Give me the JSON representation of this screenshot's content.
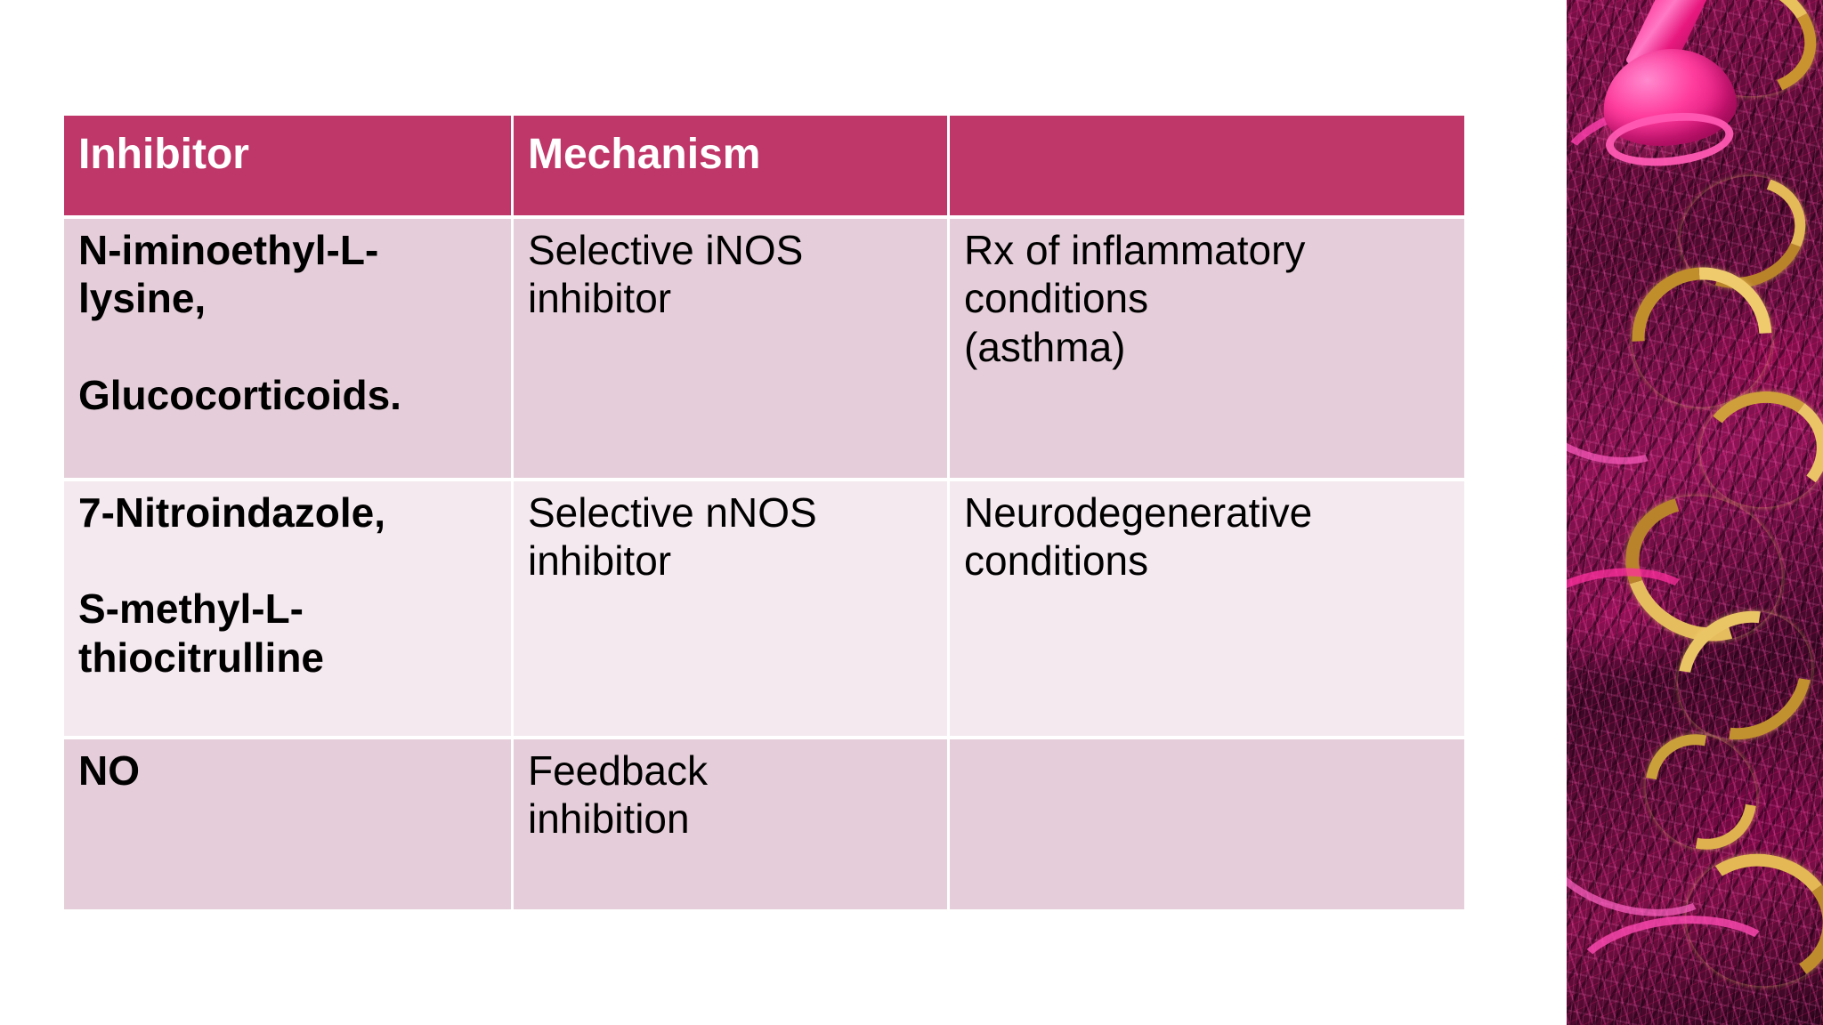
{
  "slide": {
    "background_color": "#ffffff",
    "accent_color": "#bf3668",
    "row_band_dark": "#e5ced9",
    "row_band_light": "#f4e9ef"
  },
  "table": {
    "headers": [
      {
        "label": "Inhibitor"
      },
      {
        "label": "Mechanism"
      },
      {
        "label": ""
      }
    ],
    "rows": [
      {
        "inhibitor_line1": "N-iminoethyl-L-",
        "inhibitor_line2": "lysine,",
        "inhibitor_line3": "Glucocorticoids.",
        "mechanism_line1": "Selective iNOS",
        "mechanism_line2": "inhibitor",
        "use_line1": "Rx of inflammatory",
        "use_line2": "conditions",
        "use_line3": "(asthma)"
      },
      {
        "inhibitor_line1": "7-Nitroindazole,",
        "inhibitor_line2": "",
        "inhibitor_line3": "S-methyl-L-",
        "inhibitor_line4": "thiocitrulline",
        "mechanism_line1": "Selective nNOS",
        "mechanism_line2": "inhibitor",
        "use_line1": "Neurodegenerative",
        "use_line2": "conditions"
      },
      {
        "inhibitor_line1": "NO",
        "mechanism_line1": "Feedback",
        "mechanism_line2": "inhibition",
        "use_line1": ""
      }
    ]
  },
  "decoration": {
    "photo_description": "pink-tinsel-streamers-with-gold-ribbons-and-party-horn",
    "horn_color": "#ff3d9d",
    "ribbon_gold": "#e3b855",
    "tinsel_magenta": "#b0135f"
  }
}
